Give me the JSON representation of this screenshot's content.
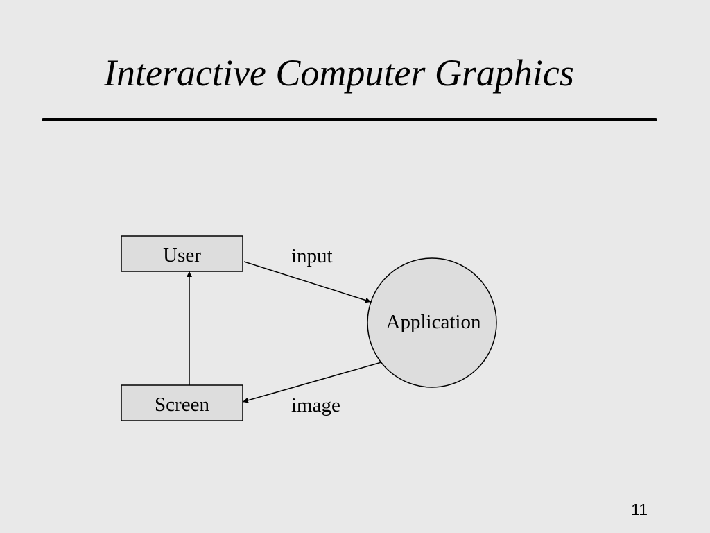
{
  "slide": {
    "title": "Interactive Computer Graphics",
    "page_number": "11"
  },
  "diagram": {
    "nodes": {
      "user": "User",
      "screen": "Screen",
      "application": "Application"
    },
    "edges": {
      "input": "input",
      "image": "image"
    }
  },
  "colors": {
    "background": "#e9e9e9",
    "box_fill": "#dddddd",
    "stroke": "#000000"
  }
}
